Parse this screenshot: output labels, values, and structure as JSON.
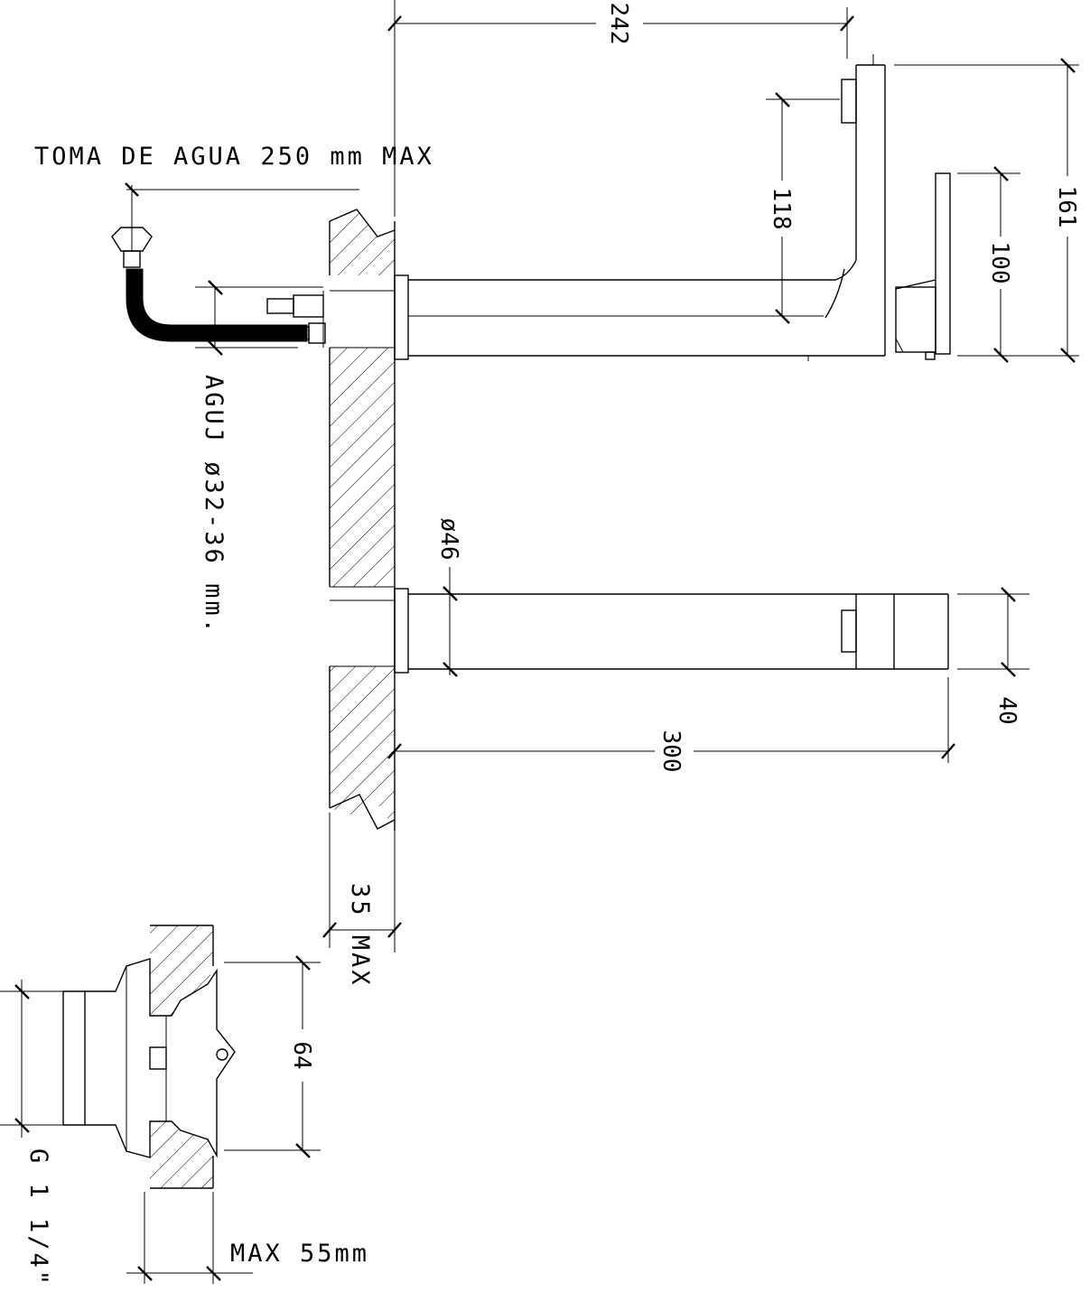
{
  "labels": {
    "toma": "TOMA DE AGUA 250 mm MAX",
    "aguj": "AGUJ ø32-36 mm.",
    "max35": "35 MAX",
    "max55": "MAX 55mm",
    "thread": "G 1 1/4\""
  },
  "dimensions": {
    "d242": "242",
    "d118": "118",
    "d161": "161",
    "d100": "100",
    "d46": "ø46",
    "d40": "40",
    "d300": "300",
    "d64": "64"
  }
}
